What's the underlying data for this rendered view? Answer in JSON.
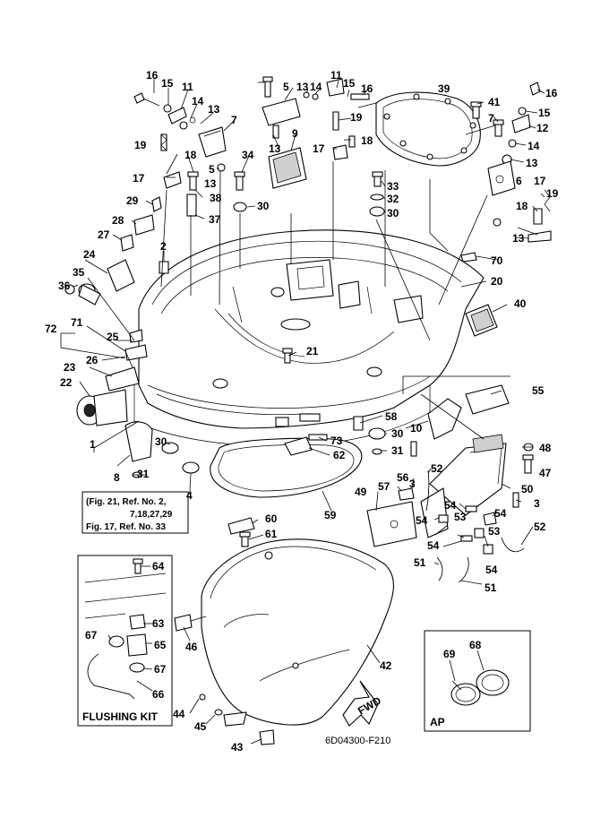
{
  "part_numbers": [
    "16",
    "15",
    "11",
    "14",
    "13",
    "7",
    "5",
    "13",
    "14",
    "11",
    "15",
    "16",
    "39",
    "41",
    "16",
    "15",
    "12",
    "19",
    "9",
    "13",
    "17",
    "18",
    "7",
    "14",
    "13",
    "19",
    "18",
    "17",
    "5",
    "13",
    "34",
    "33",
    "32",
    "30",
    "29",
    "38",
    "30",
    "17",
    "18",
    "19",
    "6",
    "28",
    "37",
    "13",
    "27",
    "2",
    "70",
    "24",
    "35",
    "20",
    "36",
    "40",
    "71",
    "72",
    "25",
    "21",
    "26",
    "23",
    "22",
    "55",
    "10",
    "58",
    "30",
    "1",
    "73",
    "30",
    "31",
    "62",
    "48",
    "47",
    "8",
    "31",
    "4",
    "52",
    "56",
    "57",
    "3",
    "49",
    "50",
    "54",
    "54",
    "53",
    "3",
    "52",
    "54",
    "59",
    "60",
    "53",
    "61",
    "54",
    "54",
    "51",
    "51",
    "64",
    "63",
    "46",
    "67",
    "65",
    "67",
    "42",
    "69",
    "68",
    "66",
    "44",
    "45",
    "43"
  ],
  "callout_note": {
    "line1": "(Fig. 21, Ref. No. 2,",
    "line2": "7,18,27,29",
    "line3": "Fig. 17, Ref. No. 33"
  },
  "flushing_kit_title": "FLUSHING KIT",
  "ap_label": "AP",
  "fwd_label": "FWD",
  "drawing_code": "6D04300-F210"
}
